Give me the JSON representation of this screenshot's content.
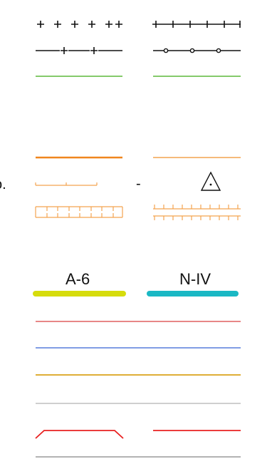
{
  "legend": {
    "stray_text_left": "o.",
    "stray_dash": "-",
    "road_labels": {
      "left": "A-6",
      "right": "N-IV"
    }
  },
  "colors": {
    "black": "#111111",
    "green": "#5db83a",
    "orange": "#f0861d",
    "orange_light": "#f3a34f",
    "yellow_green": "#d6dc0c",
    "teal": "#1ab8c4",
    "pink": "#e47676",
    "blue": "#6f8fe0",
    "gold": "#d9a21a",
    "light_gray": "#c8c8c8",
    "red": "#e82020",
    "gray": "#a8a8a8"
  },
  "icons": {
    "warning_triangle": "triangle-with-dot"
  }
}
